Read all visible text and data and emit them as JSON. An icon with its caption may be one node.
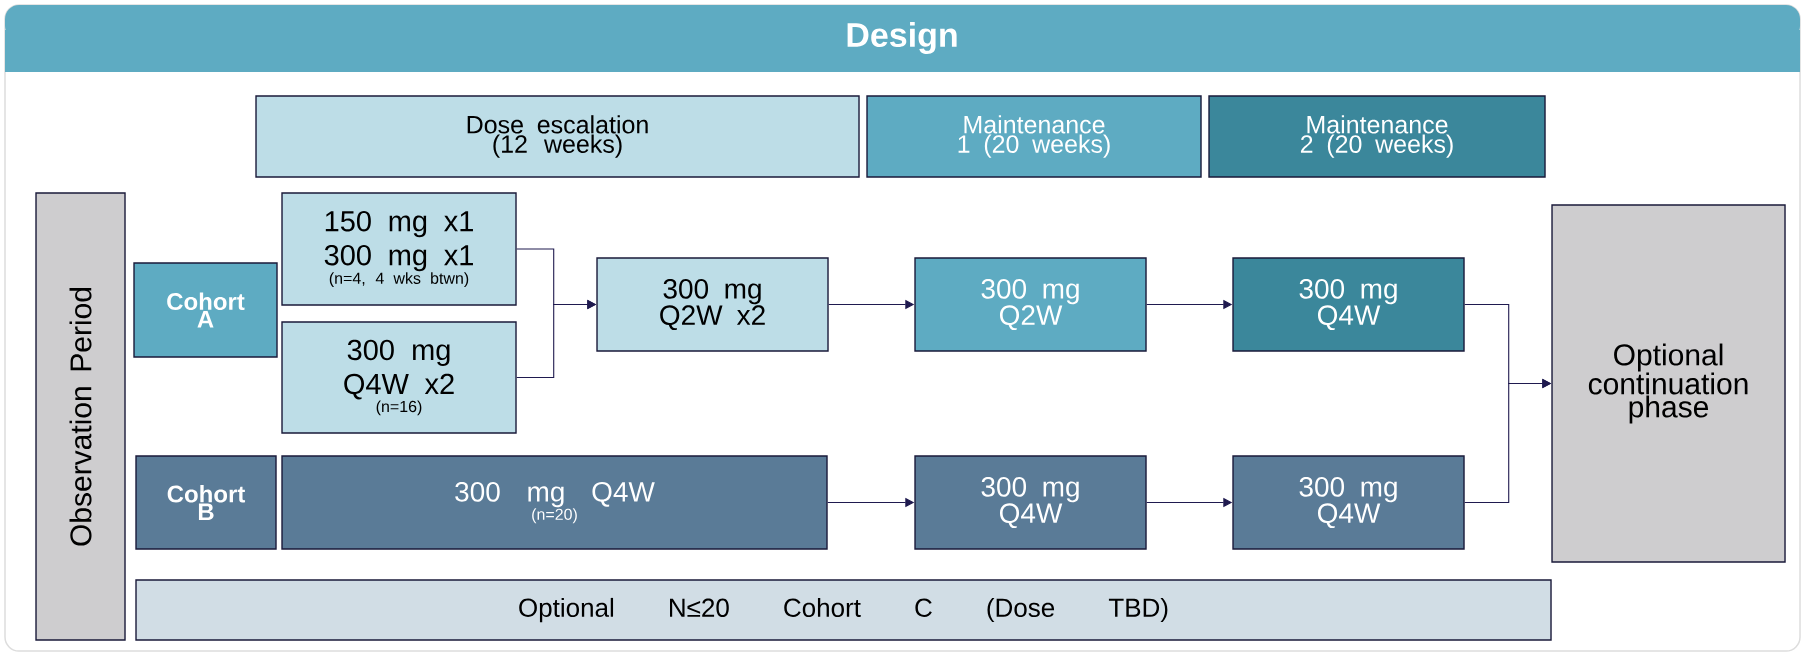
{
  "diagram": {
    "title": "Design",
    "nodes": [
      {
        "text": [
          "Dose escalation (12 weeks)"
        ]
      },
      {
        "text": [
          "Maintenance 1 (20 weeks)"
        ]
      },
      {
        "text": [
          "Maintenance 2 (20 weeks)"
        ]
      },
      {
        "text": [
          "Observation Period"
        ]
      },
      {
        "text": [
          "150 mg x1 300 mg x1",
          "(n=4, 4 wks btwn)"
        ]
      },
      {
        "text": [
          "Cohort A"
        ]
      },
      {
        "text": [
          "300 mg Q2W x2"
        ]
      },
      {
        "text": [
          "300 mg Q2W"
        ]
      },
      {
        "text": [
          "300 mg Q4W"
        ]
      },
      {
        "text": [
          "Optional continuation phase"
        ]
      },
      {
        "text": [
          "300 mg Q4W x2",
          "(n=16)"
        ]
      },
      {
        "text": [
          "Cohort B"
        ]
      },
      {
        "text": [
          "300 mg Q4W",
          "(n=20)"
        ]
      },
      {
        "text": [
          "300 mg Q4W"
        ]
      },
      {
        "text": [
          "300 mg Q4W"
        ]
      },
      {
        "text": [
          "Optional N≤20 Cohort C (Dose TBD)"
        ]
      }
    ],
    "edges": [
      {
        "from": 4,
        "to": 6,
        "arrow": "to"
      },
      {
        "from": 10,
        "to": 6,
        "arrow": "to"
      },
      {
        "from": 6,
        "to": 7,
        "arrow": "to"
      },
      {
        "from": 7,
        "to": 8,
        "arrow": "to"
      },
      {
        "from": 8,
        "to": 9,
        "arrow": "to"
      },
      {
        "from": 12,
        "to": 13,
        "arrow": "to"
      },
      {
        "from": 13,
        "to": 14,
        "arrow": "to"
      },
      {
        "from": 14,
        "to": 9,
        "arrow": "to"
      }
    ]
  }
}
